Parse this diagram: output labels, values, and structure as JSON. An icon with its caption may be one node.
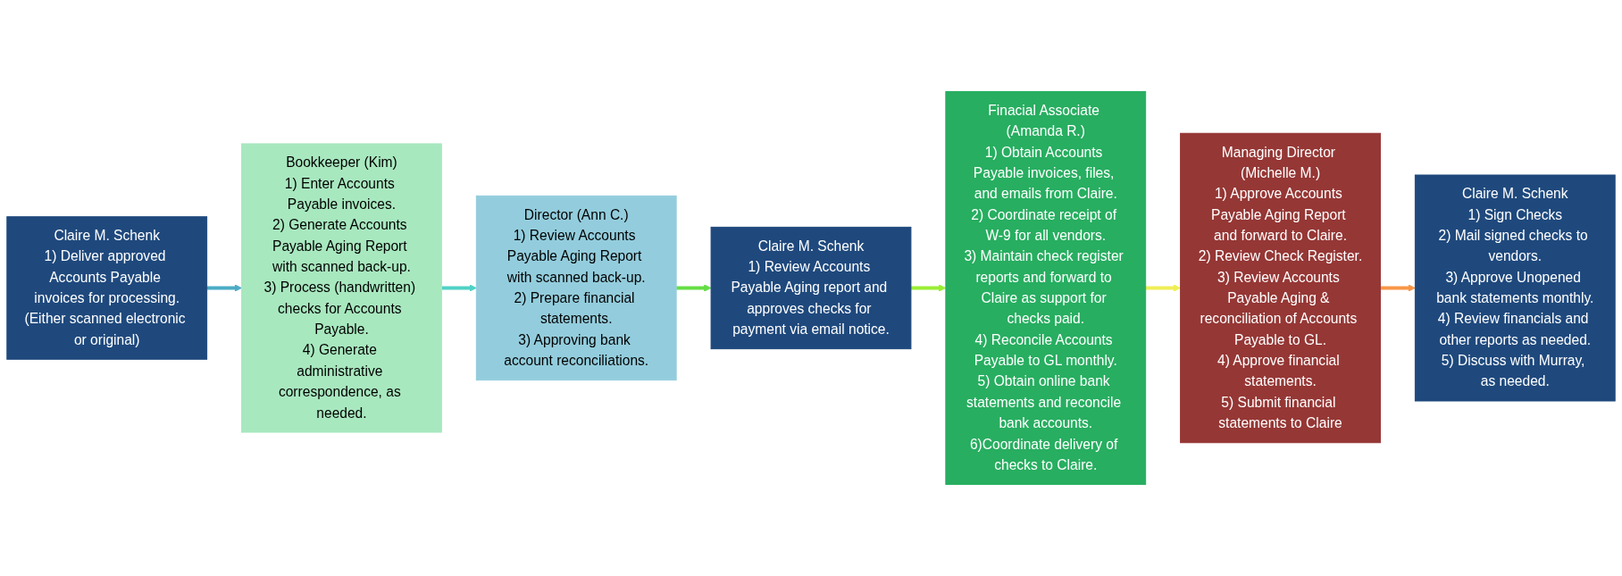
{
  "diagram": {
    "nodes": [
      {
        "text": [
          "Claire M. Schenk",
          "1) Deliver approved Accounts Payable invoices for processing.",
          "(Either scanned electronic or original)"
        ]
      },
      {
        "text": [
          "Bookkeeper (Kim)",
          "1) Enter Accounts Payable invoices.",
          "2) Generate Accounts Payable Aging Report with scanned back-up.",
          "3) Process (handwritten) checks for Accounts Payable.",
          "4) Generate administrative correspondence, as needed."
        ]
      },
      {
        "text": [
          "Director (Ann C.)",
          "1) Review Accounts Payable Aging Report with scanned back-up.",
          "2) Prepare financial statements.",
          "3) Approving bank account reconciliations."
        ]
      },
      {
        "text": [
          "Claire M. Schenk",
          "1) Review Accounts Payable Aging report and approves checks for payment via email notice."
        ]
      },
      {
        "text": [
          "Finacial Associate (Amanda R.)",
          "1) Obtain Accounts Payable invoices, files, and emails from Claire.",
          "2) Coordinate receipt of W-9 for all vendors.",
          "3) Maintain check register reports and forward to Claire as support for checks paid.",
          "4) Reconcile Accounts Payable to GL monthly.",
          "5) Obtain online bank statements and reconcile bank accounts.",
          "6)Coordinate delivery of checks to Claire."
        ]
      },
      {
        "text": [
          "Managing Director (Michelle M.)",
          "1) Approve Accounts Payable Aging Report and forward to Claire.",
          "2) Review Check Register.",
          "3) Review Accounts Payable Aging & reconciliation of Accounts Payable to GL.",
          "4) Approve financial statements.",
          "5) Submit financial statements to Claire"
        ]
      },
      {
        "text": [
          "Claire M. Schenk",
          "1) Sign Checks",
          "2) Mail signed checks to vendors.",
          "3) Approve Unopened bank statements monthly.",
          "4) Review financials and other reports as needed.",
          "5) Discuss with Murray, as needed."
        ]
      }
    ],
    "edges": [
      {
        "from": 0,
        "to": 1,
        "arrow": "to",
        "color": "#4bacc6"
      },
      {
        "from": 1,
        "to": 2,
        "arrow": "to",
        "color": "#4fd1c5"
      },
      {
        "from": 2,
        "to": 3,
        "arrow": "to",
        "color": "#66dd44"
      },
      {
        "from": 3,
        "to": 4,
        "arrow": "to",
        "color": "#99ee33"
      },
      {
        "from": 4,
        "to": 5,
        "arrow": "to",
        "color": "#eeee55"
      },
      {
        "from": 5,
        "to": 6,
        "arrow": "to",
        "color": "#f79646"
      }
    ]
  }
}
